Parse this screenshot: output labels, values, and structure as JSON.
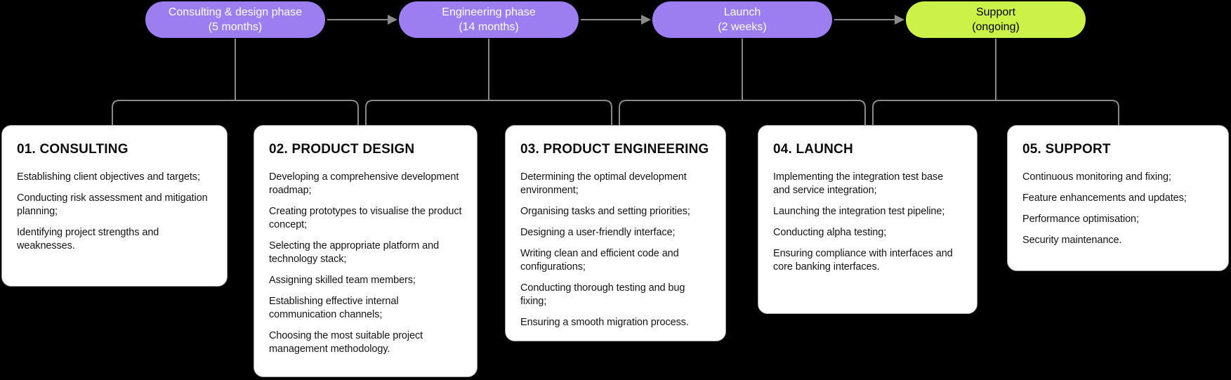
{
  "diagram": {
    "phases": [
      {
        "label": "Consulting & design phase",
        "duration": "(5 months)"
      },
      {
        "label": "Engineering phase",
        "duration": "(14 months)"
      },
      {
        "label": "Launch",
        "duration": "(2 weeks)"
      },
      {
        "label": "Support",
        "duration": "(ongoing)"
      }
    ],
    "cards": [
      {
        "title": "01. CONSULTING",
        "items": [
          "Establishing client objectives and targets;",
          "Conducting risk assessment and mitigation planning;",
          "Identifying project strengths and weaknesses."
        ]
      },
      {
        "title": "02. PRODUCT DESIGN",
        "items": [
          "Developing a comprehensive development roadmap;",
          "Creating prototypes to visualise the product concept;",
          "Selecting the appropriate platform and technology stack;",
          "Assigning skilled team members;",
          "Establishing effective internal communication channels;",
          "Choosing the most suitable project management methodology."
        ]
      },
      {
        "title": "03. PRODUCT ENGINEERING",
        "items": [
          "Determining the optimal development environment;",
          "Organising tasks and setting priorities;",
          "Designing a user-friendly interface;",
          "Writing clean and efficient code and configurations;",
          "Conducting thorough testing and bug fixing;",
          "Ensuring a smooth migration process."
        ]
      },
      {
        "title": "04. LAUNCH",
        "items": [
          "Implementing the integration test base and service integration;",
          "Launching the integration test pipeline;",
          "Conducting alpha testing;",
          "Ensuring compliance with interfaces and core banking interfaces."
        ]
      },
      {
        "title": "05. SUPPORT",
        "items": [
          "Continuous monitoring and fixing;",
          "Feature enhancements and updates;",
          "Performance optimisation;",
          "Security maintenance."
        ]
      }
    ],
    "colors": {
      "background": "#000000",
      "phase_purple": "#9c7ef1",
      "phase_lime": "#ccf249",
      "phase_text_purple": "#ffffff",
      "phase_text_lime": "#000000",
      "connector": "#8a8a8a",
      "card_background": "#ffffff",
      "card_border": "#a3a3a3",
      "card_text": "#141414"
    }
  }
}
